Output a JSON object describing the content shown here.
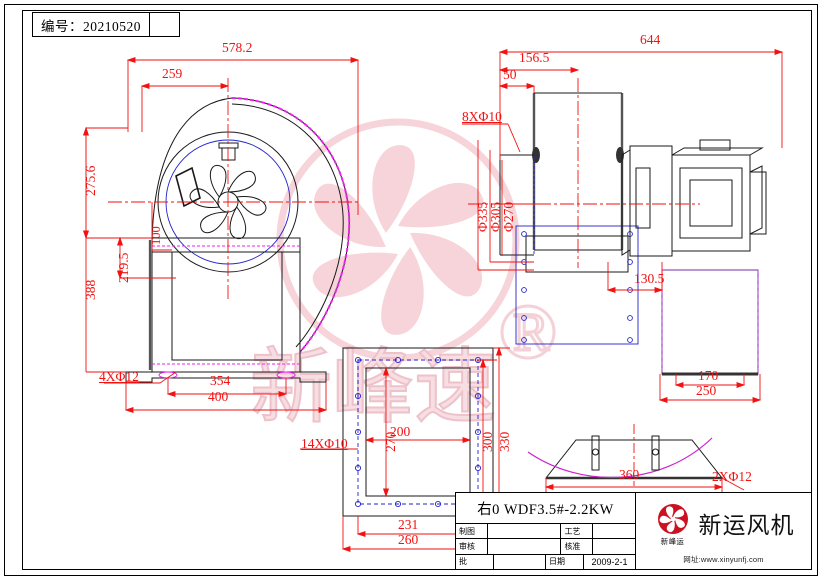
{
  "sheet": {
    "drawing_number_label": "编号：20210520"
  },
  "left_view": {
    "dims": [
      {
        "name": "overall-width",
        "text": "578.2"
      },
      {
        "name": "inlet-offset",
        "text": "259"
      },
      {
        "name": "height-upper",
        "text": "275.6"
      },
      {
        "name": "height-lower",
        "text": "219.5"
      },
      {
        "name": "total-height",
        "text": "388"
      },
      {
        "name": "hub-height",
        "text": "100"
      },
      {
        "name": "base-hole-note",
        "text": "4XΦ12"
      },
      {
        "name": "base-inner-width",
        "text": "354"
      },
      {
        "name": "base-outer-width",
        "text": "400"
      }
    ]
  },
  "flange_view": {
    "dims": [
      {
        "name": "bolt-note",
        "text": "14XΦ10"
      },
      {
        "name": "inner-height",
        "text": "270"
      },
      {
        "name": "inner-width",
        "text": "200"
      },
      {
        "name": "bolt-pitch-height",
        "text": "300"
      },
      {
        "name": "outer-height",
        "text": "330"
      },
      {
        "name": "bolt-pitch-width",
        "text": "231"
      },
      {
        "name": "outer-width",
        "text": "260"
      }
    ]
  },
  "right_view": {
    "dims": [
      {
        "name": "overall-length",
        "text": "644"
      },
      {
        "name": "inlet-length",
        "text": "156.5"
      },
      {
        "name": "flange-thickness",
        "text": "50"
      },
      {
        "name": "inlet-bolt-note",
        "text": "8XΦ10"
      },
      {
        "name": "inlet-outer-dia",
        "text": "Φ335"
      },
      {
        "name": "inlet-bolt-circle-dia",
        "text": "Φ305"
      },
      {
        "name": "inlet-bore-dia",
        "text": "Φ270"
      },
      {
        "name": "motor-offset",
        "text": "130.5"
      },
      {
        "name": "motor-base-inner",
        "text": "170"
      },
      {
        "name": "motor-base-outer",
        "text": "250"
      }
    ]
  },
  "bracket_view": {
    "dims": [
      {
        "name": "bracket-width",
        "text": "360"
      },
      {
        "name": "bracket-hole-note",
        "text": "2XΦ12"
      }
    ]
  },
  "title_block": {
    "model": "右0 WDF3.5#-2.2KW",
    "rows": [
      {
        "label": "制图",
        "value": "",
        "label2": "工艺",
        "value2": ""
      },
      {
        "label": "审核",
        "value": "",
        "label2": "核准",
        "value2": ""
      }
    ],
    "version_label": "批",
    "version_value": "",
    "date_label": "日期",
    "date_value": "2009-2-1",
    "brand_name": "新运风机",
    "brand_sub": "新峰运",
    "website": "网址:www.xinyunfj.com",
    "logo_icon": "fan-logo-icon"
  },
  "colors": {
    "dimension_red": "#f21212",
    "outline_black": "#1a1a1a",
    "blue": "#2222cc",
    "magenta": "#ee22ee",
    "brand_red": "#cc1122",
    "watermark": "#f3cfd4"
  }
}
